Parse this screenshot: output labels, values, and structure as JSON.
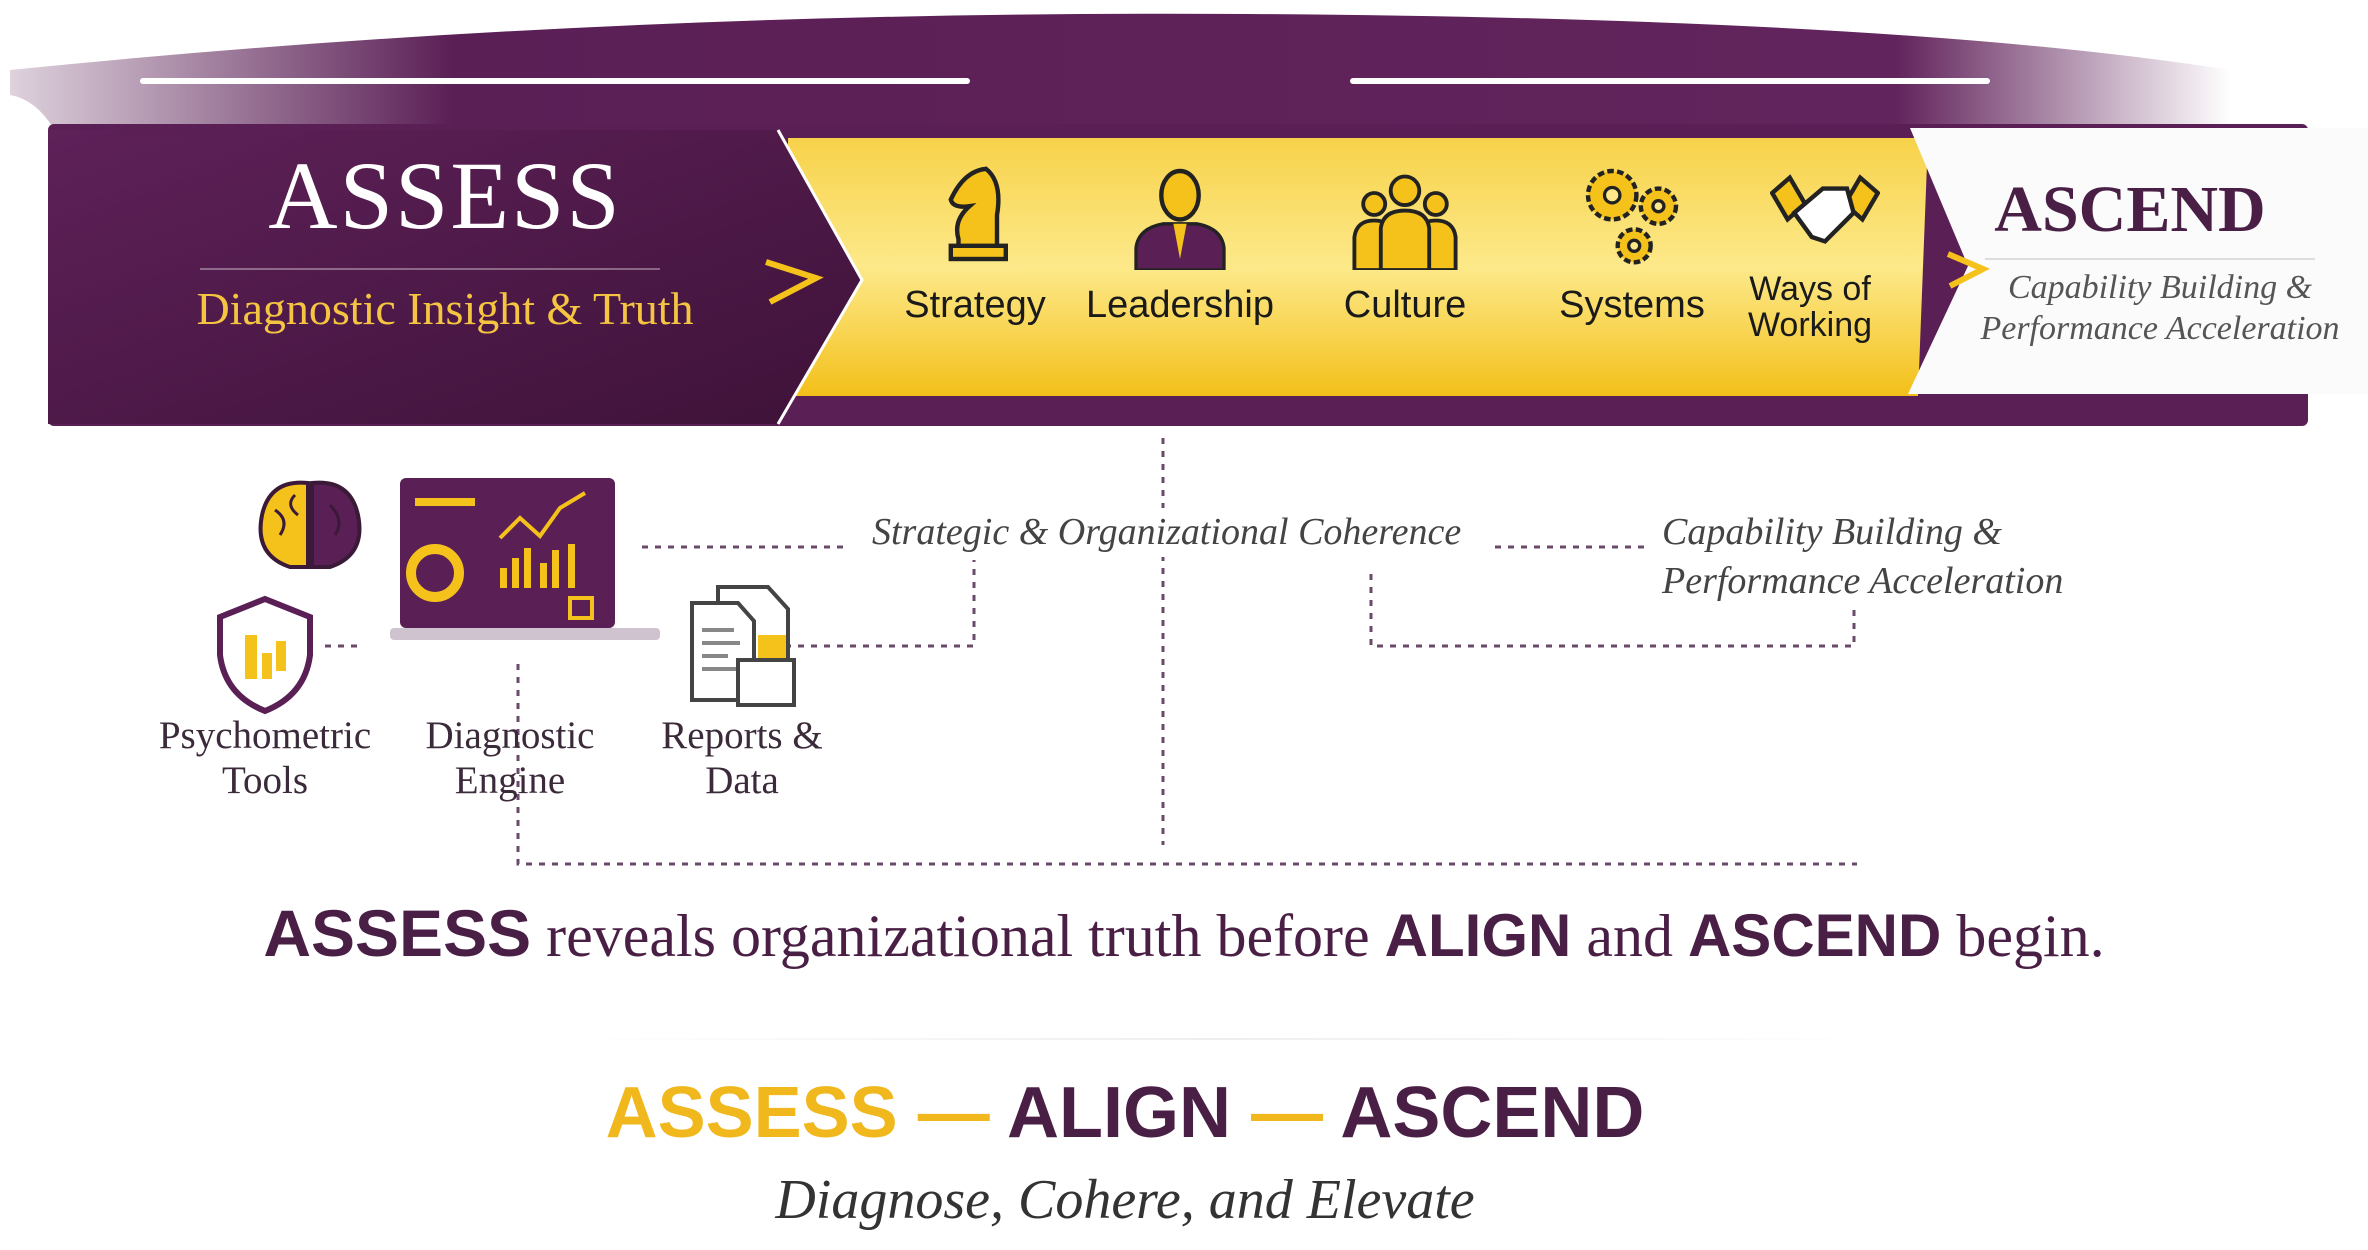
{
  "header": {
    "assess": {
      "title": "ASSESS",
      "subtitle": "Diagnostic Insight & Truth"
    },
    "pillars": [
      {
        "label": "Strategy",
        "icon": "chess-knight-icon"
      },
      {
        "label": "Leadership",
        "icon": "leader-icon"
      },
      {
        "label": "Culture",
        "icon": "people-group-icon"
      },
      {
        "label": "Systems",
        "icon": "gears-icon"
      },
      {
        "label": "Ways of Working",
        "icon": "handshake-icon"
      }
    ],
    "ascend": {
      "title": "ASCEND",
      "subtitle_line1": "Capability Building &",
      "subtitle_line2": "Performance Acceleration"
    }
  },
  "diagram": {
    "nodes": [
      {
        "label_line1": "Psychometric",
        "label_line2": "Tools"
      },
      {
        "label_line1": "Diagnostic",
        "label_line2": "Engine"
      },
      {
        "label_line1": "Reports &",
        "label_line2": "Data"
      }
    ],
    "connector_labels": {
      "coherence": "Strategic & Organizational Coherence",
      "capability_line1": "Capability Building &",
      "capability_line2": "Performance Acceleration"
    }
  },
  "statement": {
    "w1": "ASSESS",
    "t1": " reveals organizational truth before ",
    "w2": "ALIGN",
    "t2": " and ",
    "w3": "ASCEND",
    "t3": " begin."
  },
  "tagline": {
    "a": "ASSESS",
    "dash1": " — ",
    "b": "ALIGN",
    "dash2": " — ",
    "c": "ASCEND",
    "motto": "Diagnose, Cohere, and Elevate"
  },
  "colors": {
    "purple": "#5a1f55",
    "gold": "#f5c21b",
    "white": "#ffffff"
  }
}
